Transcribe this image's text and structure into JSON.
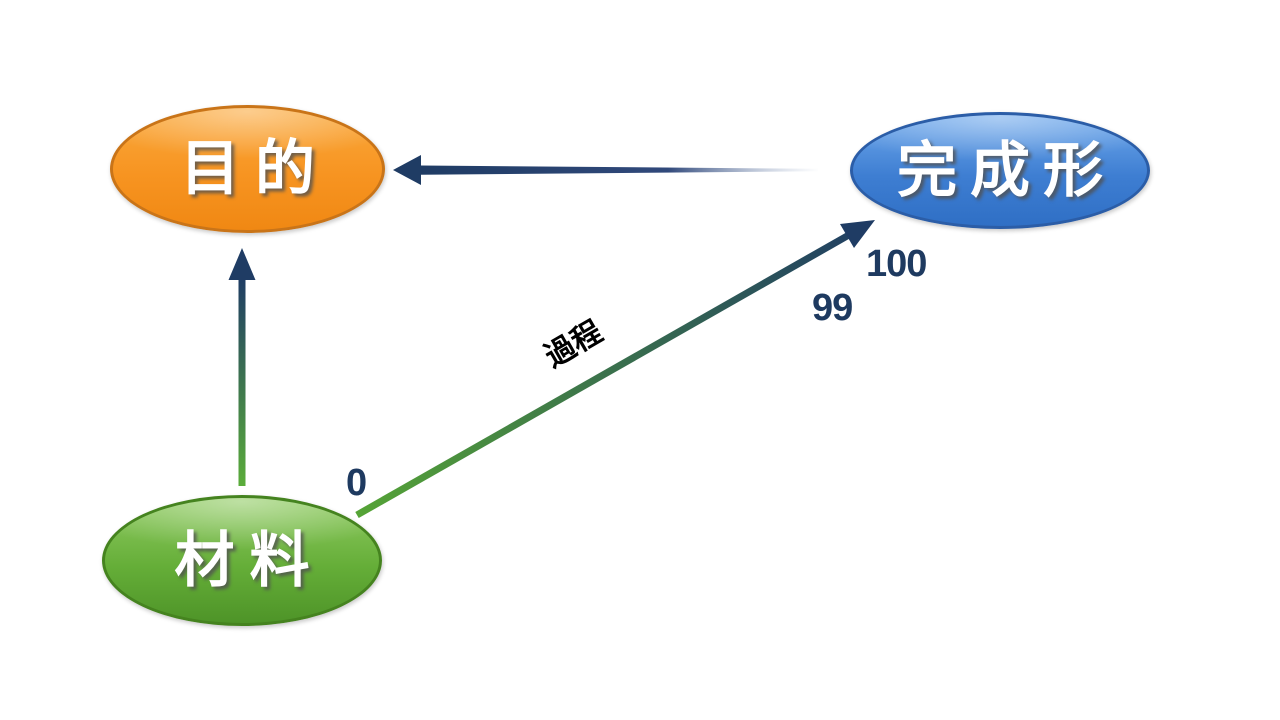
{
  "page": {
    "background": "#FFFFFF"
  },
  "nodes": {
    "purpose": {
      "label": "目的",
      "fill": "#F79421",
      "border": "#C97418",
      "text_color": "#FFFFFF"
    },
    "finished_form": {
      "label": "完成形",
      "fill": "#3E7ED2",
      "border": "#2B5DA7",
      "text_color": "#FFFFFF"
    },
    "material": {
      "label": "材料",
      "fill": "#65AE38",
      "border": "#45831F",
      "text_color": "#FFFFFF"
    }
  },
  "edges": {
    "finished_to_purpose": {
      "from": "完成形",
      "to": "目的",
      "color": "#1F3C64",
      "style": "tapered-fade-left-arrow"
    },
    "material_to_purpose": {
      "from": "材料",
      "to": "目的",
      "color_start": "#5BAD3A",
      "color_end": "#1F3C64",
      "style": "gradient-up-arrow"
    },
    "material_to_finished": {
      "from": "材料",
      "to": "完成形",
      "label": "過程",
      "color_start": "#55A436",
      "color_end": "#1F3C64",
      "style": "gradient-diagonal-arrow"
    }
  },
  "annotations": {
    "start_value": "0",
    "near_end_value": "99",
    "end_value": "100",
    "value_color": "#1E3A60"
  }
}
